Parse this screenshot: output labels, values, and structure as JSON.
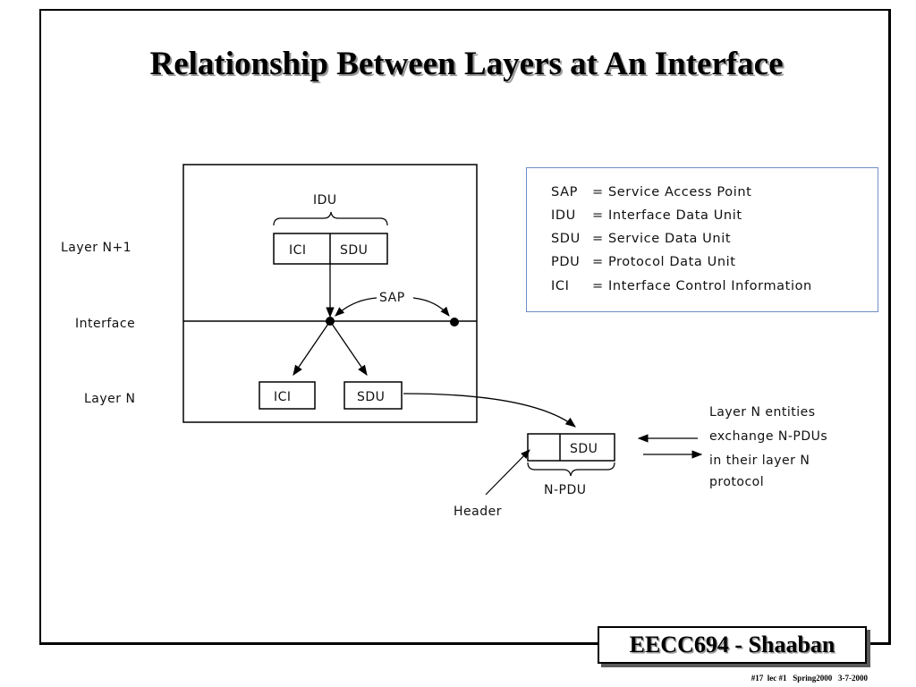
{
  "slide": {
    "title": "Relationship Between Layers at An Interface",
    "footer_label": "EECC694 - Shaaban",
    "footnote": "#17  lec #1   Spring2000   3-7-2000"
  },
  "diagram": {
    "layer_labels": [
      "Layer N+1",
      "Interface",
      "Layer N"
    ],
    "idu_label": "IDU",
    "upper_boxes": [
      "ICI",
      "SDU"
    ],
    "sap_label": "SAP",
    "lower_boxes": [
      "ICI",
      "SDU"
    ],
    "pdu_box": "SDU",
    "npdu_label": "N-PDU",
    "header_label": "Header",
    "entity_note": [
      "Layer N entities",
      "exchange N-PDUs",
      "in their layer N",
      "protocol"
    ]
  },
  "legend": [
    {
      "abbr": "SAP",
      "meaning": "= Service Access Point"
    },
    {
      "abbr": "IDU",
      "meaning": "= Interface Data Unit"
    },
    {
      "abbr": "SDU",
      "meaning": "= Service Data Unit"
    },
    {
      "abbr": "PDU",
      "meaning": "= Protocol Data Unit"
    },
    {
      "abbr": "ICI",
      "meaning": "= Interface Control Information"
    }
  ]
}
